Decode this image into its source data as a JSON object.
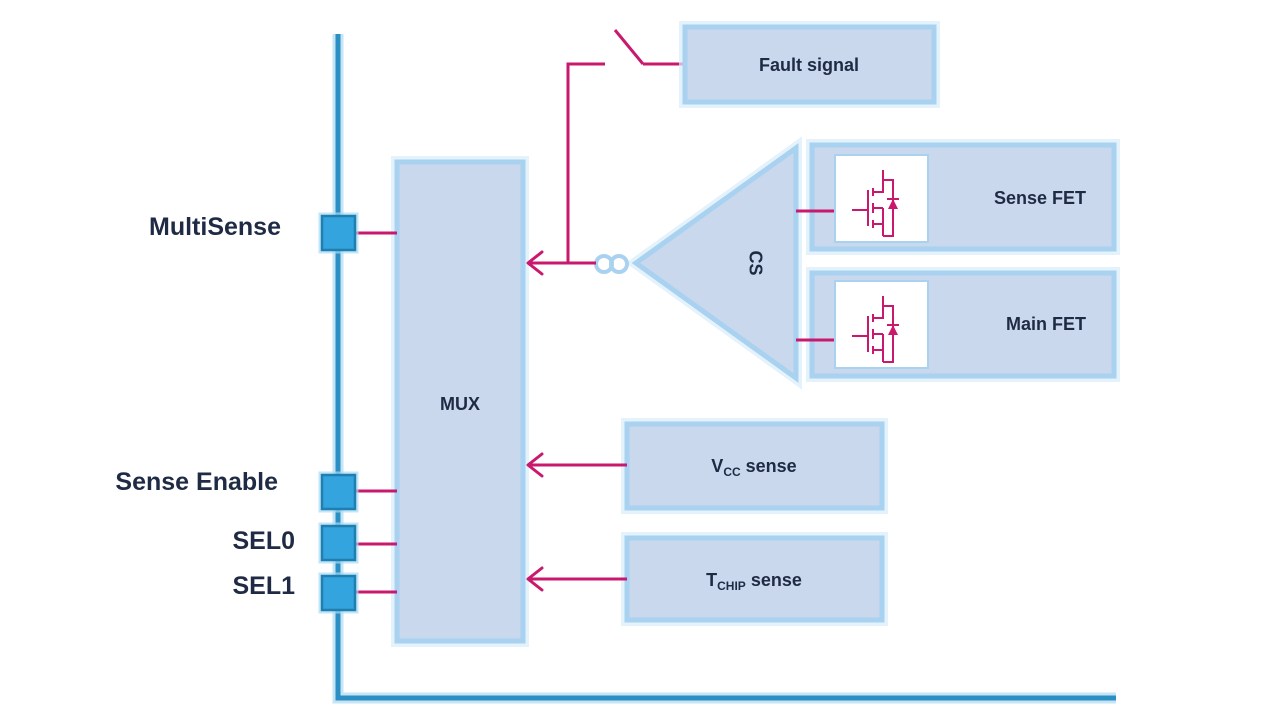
{
  "pins": {
    "multisense": "MultiSense",
    "sense_enable": "Sense Enable",
    "sel0": "SEL0",
    "sel1": "SEL1"
  },
  "blocks": {
    "mux": "MUX",
    "cs": "CS",
    "fault_signal": "Fault signal",
    "sense_fet": "Sense FET",
    "main_fet": "Main FET",
    "vcc_sense": {
      "main": "V",
      "sub": "CC",
      "rest": " sense"
    },
    "tchip_sense": {
      "main": "T",
      "sub": "CHIP",
      "rest": " sense"
    }
  },
  "colors": {
    "block_fill": "#c9d8ec",
    "block_border": "#a9d1f0",
    "wire": "#c8196f",
    "bus": "#2b8fc4",
    "pad": "#33a4de"
  },
  "icons": [
    "mosfet-icon",
    "current-sense-coil-icon",
    "switch-icon"
  ]
}
